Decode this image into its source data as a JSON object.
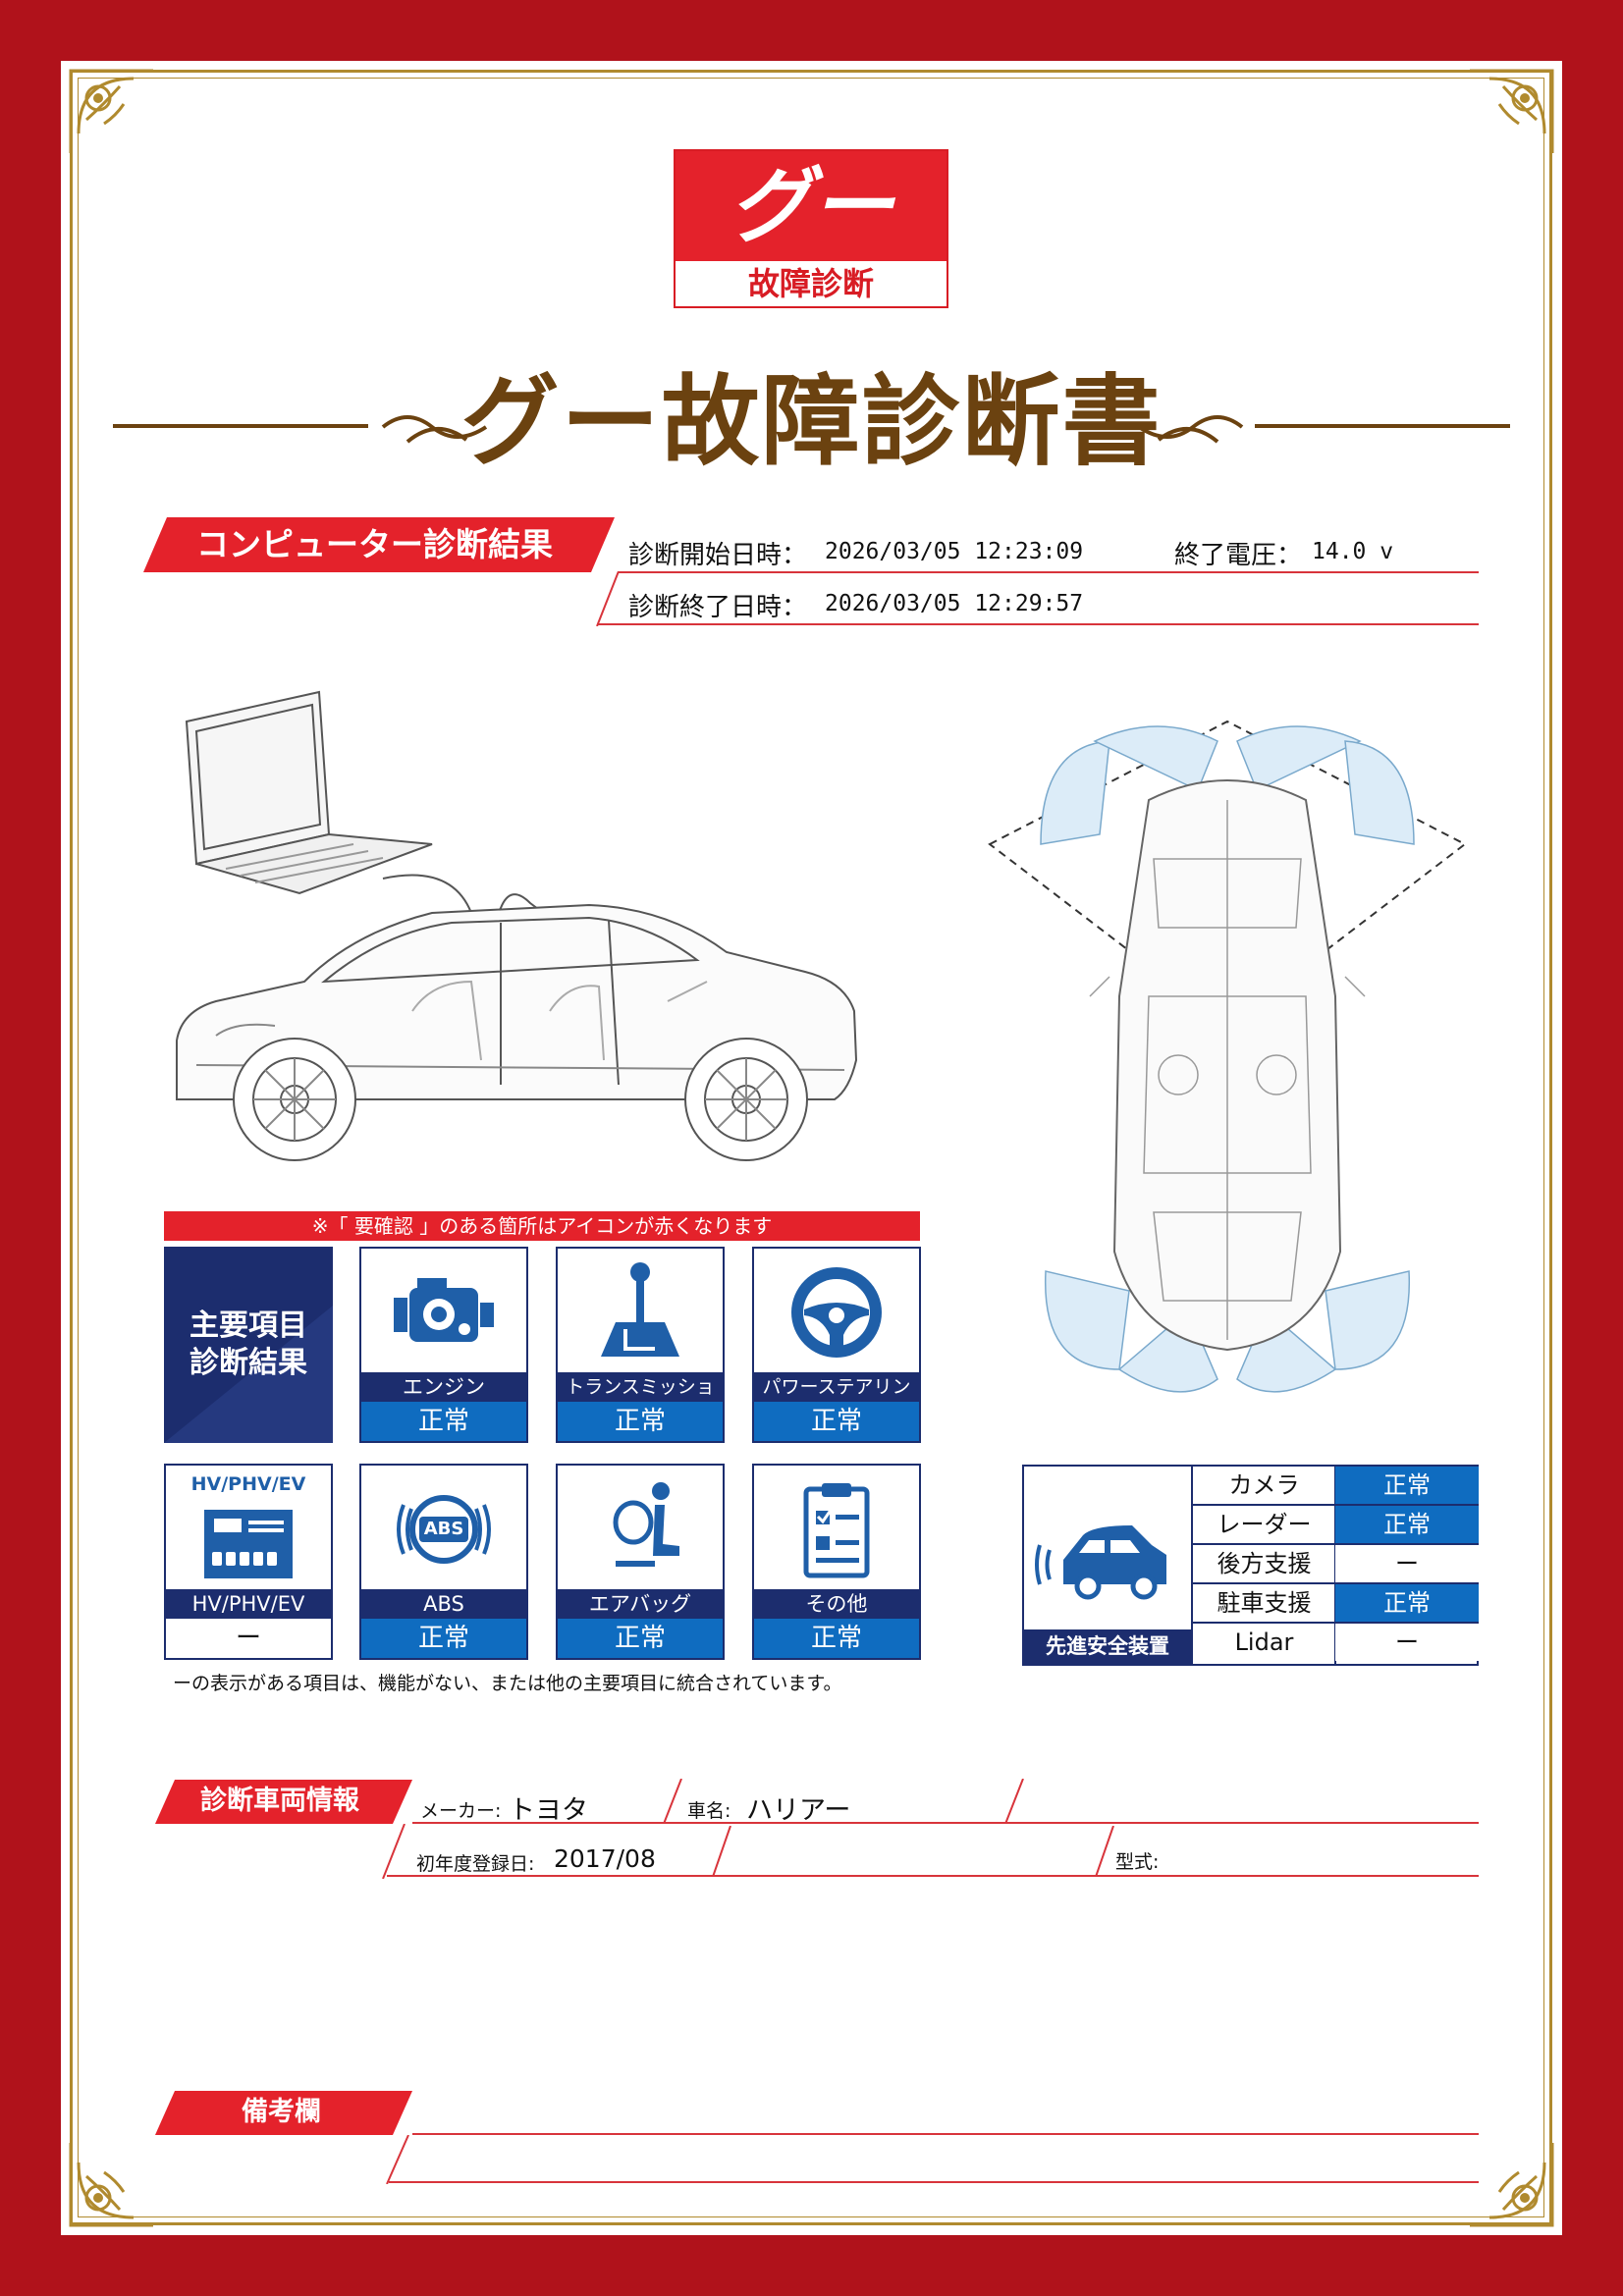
{
  "logo": {
    "mark": "グー",
    "subtitle": "故障診断"
  },
  "document_title": "グー故障診断書",
  "computer_diagnosis": {
    "heading": "コンピューター診断結果",
    "start_label": "診断開始日時：",
    "start_value": "2026/03/05 12:23:09",
    "voltage_label": "終了電圧：",
    "voltage_value": "14.0 v",
    "end_label": "診断終了日時：",
    "end_value": "2026/03/05 12:29:57"
  },
  "main_items": {
    "notice": "※「 要確認 」のある箇所はアイコンが赤くなります",
    "heading_line1": "主要項目",
    "heading_line2": "診断結果",
    "tiles": [
      {
        "label": "エンジン",
        "status": "正常",
        "icon": "engine-icon"
      },
      {
        "label": "トランスミッション",
        "status": "正常",
        "icon": "gear-shift-icon"
      },
      {
        "label": "パワーステアリング",
        "status": "正常",
        "icon": "steering-wheel-icon"
      },
      {
        "label": "HV/PHV/EV",
        "status": "ー",
        "icon": "hybrid-battery-icon",
        "badge": "HV/PHV/EV"
      },
      {
        "label": "ABS",
        "status": "正常",
        "icon": "abs-icon",
        "badge": "ABS"
      },
      {
        "label": "エアバッグ",
        "status": "正常",
        "icon": "airbag-icon"
      },
      {
        "label": "その他",
        "status": "正常",
        "icon": "checklist-icon"
      }
    ],
    "footnote": "ーの表示がある項目は、機能がない、または他の主要項目に統合されています。"
  },
  "adas": {
    "caption": "先進安全装置",
    "icon": "car-sensor-icon",
    "rows": [
      {
        "name": "カメラ",
        "status": "正常"
      },
      {
        "name": "レーダー",
        "status": "正常"
      },
      {
        "name": "後方支援",
        "status": "ー"
      },
      {
        "name": "駐車支援",
        "status": "正常"
      },
      {
        "name": "Lidar",
        "status": "ー"
      }
    ]
  },
  "vehicle_info": {
    "heading": "診断車両情報",
    "maker_label": "メーカー:",
    "maker_value": "トヨタ",
    "name_label": "車名:",
    "name_value": "ハリアー",
    "first_reg_label": "初年度登録日:",
    "first_reg_value": "2017/08",
    "model_label": "型式:",
    "model_value": ""
  },
  "remarks": {
    "heading": "備考欄"
  },
  "colors": {
    "red": "#e4222b",
    "navy": "#1c2d6e",
    "blue": "#0f6cc0",
    "gold": "#b08a2e",
    "brown": "#6b4210"
  }
}
